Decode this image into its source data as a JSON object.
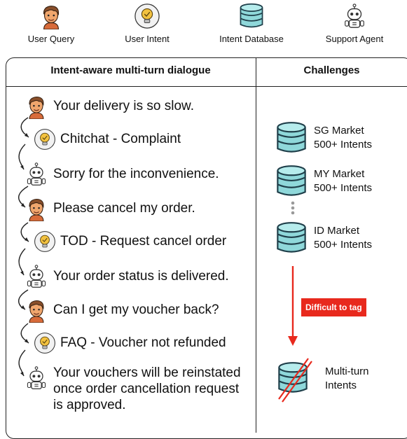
{
  "legend": [
    {
      "label": "User Query",
      "icon": "user-face-icon"
    },
    {
      "label": "User Intent",
      "icon": "lightbulb-icon"
    },
    {
      "label": "Intent Database",
      "icon": "database-icon"
    },
    {
      "label": "Support Agent",
      "icon": "robot-icon"
    }
  ],
  "headers": {
    "left": "Intent-aware multi-turn dialogue",
    "right": "Challenges"
  },
  "dialogue": [
    {
      "speaker": "user",
      "text": "Your delivery is so slow."
    },
    {
      "speaker": "intent",
      "text": "Chitchat - Complaint"
    },
    {
      "speaker": "agent",
      "text": "Sorry for the inconvenience."
    },
    {
      "speaker": "user",
      "text": "Please cancel my order."
    },
    {
      "speaker": "intent",
      "text": "TOD - Request cancel order"
    },
    {
      "speaker": "agent",
      "text": "Your order status is delivered."
    },
    {
      "speaker": "user",
      "text": "Can I get my voucher back?"
    },
    {
      "speaker": "intent",
      "text": "FAQ - Voucher not refunded"
    },
    {
      "speaker": "agent",
      "line1": "Your vouchers will be reinstated",
      "line2": "once order cancellation request",
      "line3": "is approved."
    }
  ],
  "markets": [
    {
      "name": "SG Market",
      "count": "500+ Intents"
    },
    {
      "name": "MY Market",
      "count": "500+ Intents"
    },
    {
      "name": "ID Market",
      "count": "500+ Intents"
    }
  ],
  "challenge_tag": "Difficult to tag",
  "multi_turn": {
    "line1": "Multi-turn",
    "line2": "Intents"
  },
  "colors": {
    "db_fill": "#8fd8da",
    "db_stroke": "#1f3f4a",
    "arrow": "#e8291d",
    "bulb": "#f3c23f",
    "skin": "#f0a66d",
    "hair": "#8a4f2a"
  }
}
